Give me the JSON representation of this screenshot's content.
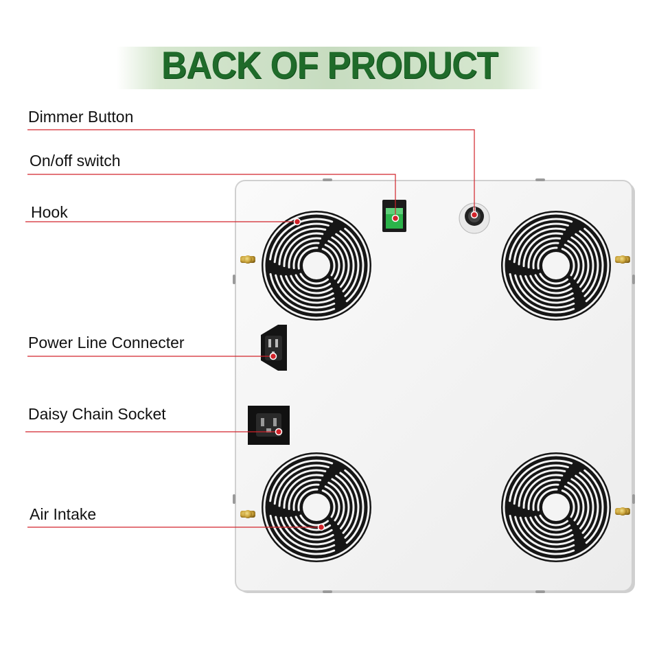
{
  "title": "BACK OF PRODUCT",
  "colors": {
    "title_green": "#1f6b2a",
    "leader_line": "#d2232a",
    "panel": "#f4f4f4"
  },
  "labels": {
    "dimmer": "Dimmer Button",
    "switch": "On/off switch",
    "hook": "Hook",
    "power": "Power Line Connecter",
    "daisy": "Daisy Chain Socket",
    "intake": "Air Intake"
  }
}
